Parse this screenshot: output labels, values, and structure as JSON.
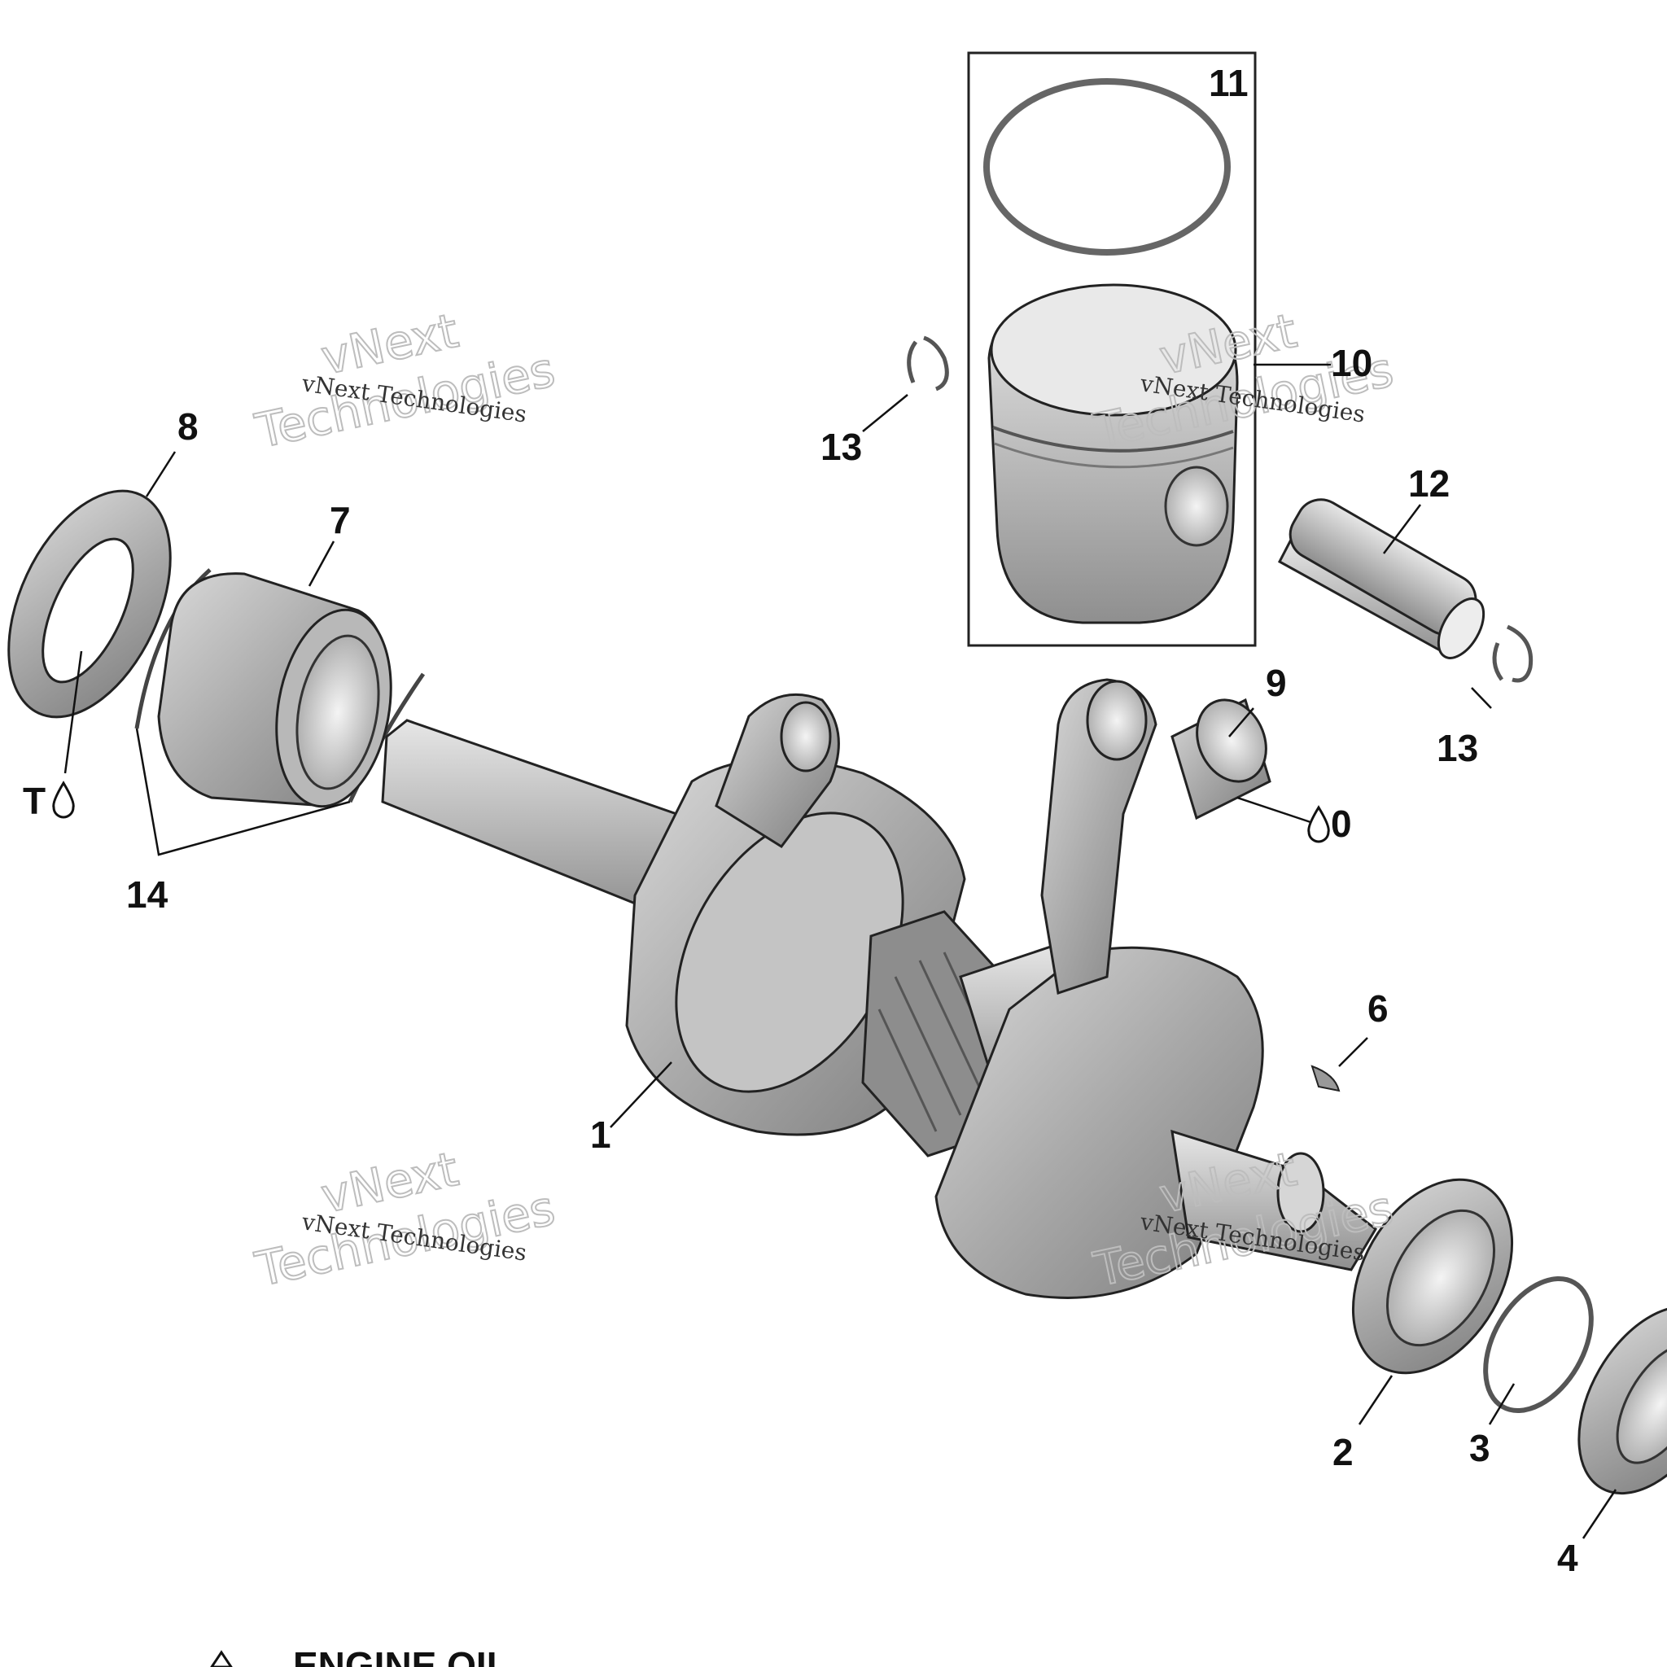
{
  "callouts": {
    "c1": "1",
    "c2": "2",
    "c3": "3",
    "c4": "4",
    "c6": "6",
    "c7": "7",
    "c8": "8",
    "c9": "9",
    "c10": "10",
    "c11": "11",
    "c12": "12",
    "c13a": "13",
    "c13b": "13",
    "c14": "14"
  },
  "lubricant_marks": {
    "thread_lock": "T",
    "engine_oil": "0"
  },
  "watermark": {
    "small_text": "vNext Technologies",
    "big_line1": "vNext",
    "big_line2": "Technologies"
  },
  "legend": {
    "engine_oil_label": "ENGINE OIL"
  }
}
